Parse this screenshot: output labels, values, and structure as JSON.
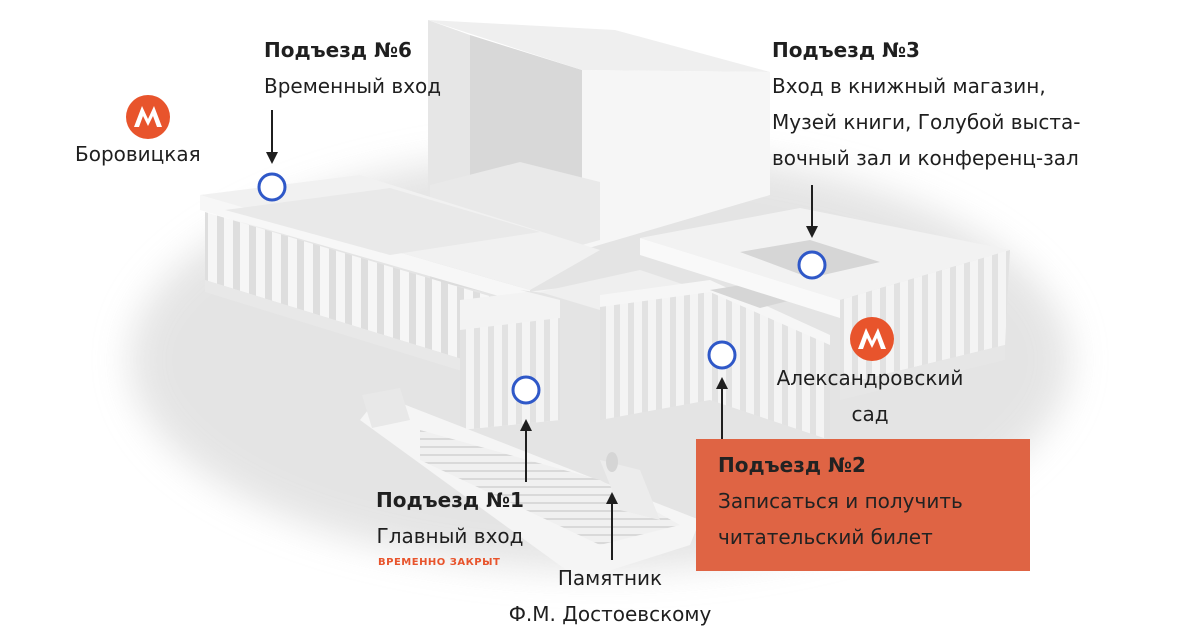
{
  "metro": {
    "station_left": "Боровицкая",
    "station_right_line1": "Александровский",
    "station_right_line2": "сад",
    "icon_color": "#e8542c"
  },
  "entrances": {
    "e6": {
      "title": "Подъезд №6",
      "lines": [
        "Временный вход"
      ]
    },
    "e3": {
      "title": "Подъезд №3",
      "lines": [
        "Вход в книжный магазин,",
        "Музей книги, Голубой выста-",
        "вочный зал и конференц-зал"
      ]
    },
    "e1": {
      "title": "Подъезд №1",
      "lines": [
        "Главный вход"
      ],
      "note": "ВРЕМЕННО ЗАКРЫТ"
    },
    "e2": {
      "title": "Подъезд №2",
      "lines": [
        "Записаться и получить",
        "читательский билет"
      ]
    }
  },
  "monument": {
    "lines": [
      "Памятник",
      "Ф.М. Достоевскому"
    ]
  },
  "colors": {
    "marker": "#2f58c8",
    "callout": "#df6444",
    "note": "#e8542c"
  }
}
